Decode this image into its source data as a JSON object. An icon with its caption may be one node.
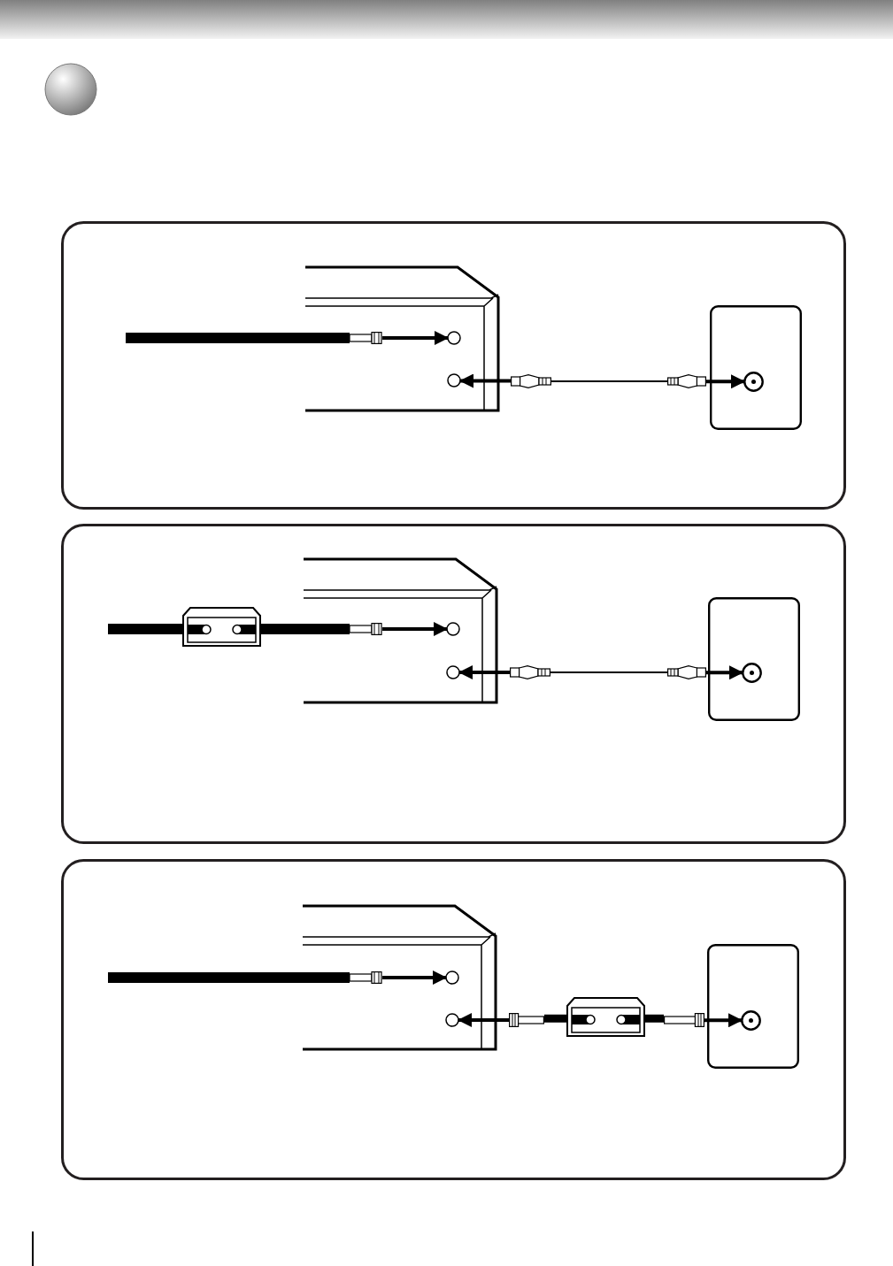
{
  "diagram": {
    "nodes": [
      {
        "text": [],
        "shape": "box"
      },
      {
        "text": [],
        "shape": "box",
        "in": 0
      },
      {
        "text": [],
        "shape": "circle",
        "in": 1
      },
      {
        "text": [],
        "shape": "circle",
        "in": 1
      },
      {
        "text": [],
        "shape": "cable",
        "in": 0
      },
      {
        "text": [],
        "shape": "plug",
        "in": 0
      },
      {
        "text": [],
        "shape": "plug",
        "in": 0
      },
      {
        "text": [],
        "shape": "box",
        "in": 0
      },
      {
        "text": [],
        "shape": "circle",
        "in": 7
      },
      {
        "text": [],
        "shape": "box"
      },
      {
        "text": [],
        "shape": "box",
        "in": 9
      },
      {
        "text": [],
        "shape": "circle",
        "in": 10
      },
      {
        "text": [],
        "shape": "circle",
        "in": 10
      },
      {
        "text": [],
        "shape": "cable",
        "in": 9
      },
      {
        "text": [],
        "shape": "box",
        "in": 9
      },
      {
        "text": [],
        "shape": "plug",
        "in": 9
      },
      {
        "text": [],
        "shape": "plug",
        "in": 9
      },
      {
        "text": [],
        "shape": "box",
        "in": 9
      },
      {
        "text": [],
        "shape": "circle",
        "in": 17
      },
      {
        "text": [],
        "shape": "box"
      },
      {
        "text": [],
        "shape": "box",
        "in": 19
      },
      {
        "text": [],
        "shape": "circle",
        "in": 20
      },
      {
        "text": [],
        "shape": "circle",
        "in": 20
      },
      {
        "text": [],
        "shape": "cable",
        "in": 19
      },
      {
        "text": [],
        "shape": "plug",
        "in": 19
      },
      {
        "text": [],
        "shape": "box",
        "in": 19
      },
      {
        "text": [],
        "shape": "plug",
        "in": 19
      },
      {
        "text": [],
        "shape": "box",
        "in": 19
      },
      {
        "text": [],
        "shape": "circle",
        "in": 27
      }
    ],
    "edges": [
      {
        "from": 4,
        "to": 2,
        "arrow": "to"
      },
      {
        "from": 5,
        "to": 3,
        "arrow": "to"
      },
      {
        "from": 5,
        "to": 6,
        "arrow": "none"
      },
      {
        "from": 6,
        "to": 8,
        "arrow": "to"
      },
      {
        "from": 13,
        "to": 11,
        "arrow": "to"
      },
      {
        "from": 15,
        "to": 12,
        "arrow": "to"
      },
      {
        "from": 15,
        "to": 16,
        "arrow": "none"
      },
      {
        "from": 16,
        "to": 18,
        "arrow": "to"
      },
      {
        "from": 23,
        "to": 21,
        "arrow": "to"
      },
      {
        "from": 24,
        "to": 22,
        "arrow": "to"
      },
      {
        "from": 24,
        "to": 25,
        "arrow": "none",
        "style": "thick"
      },
      {
        "from": 25,
        "to": 26,
        "arrow": "none",
        "style": "thick"
      },
      {
        "from": 26,
        "to": 28,
        "arrow": "to"
      }
    ]
  }
}
